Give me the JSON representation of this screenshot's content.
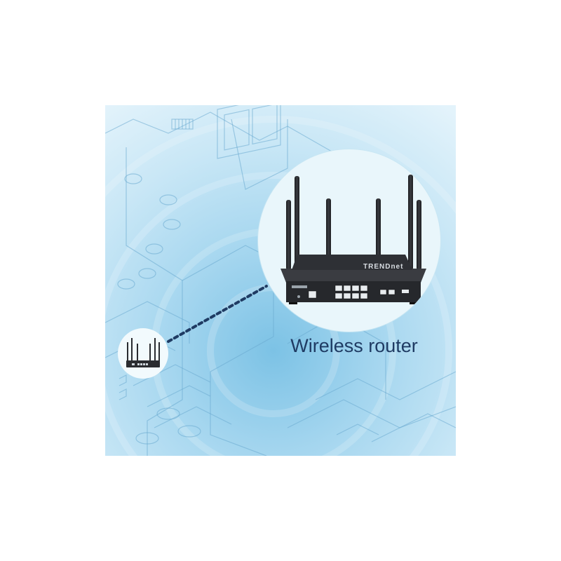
{
  "label": "Wireless router",
  "brand_text": "TRENDnet",
  "colors": {
    "background_light": "#d7eef8",
    "background_dark": "#86c6e6",
    "label_text": "#1f3b63",
    "connector": "#1f3b63",
    "router_body": "#2a2c30"
  },
  "icons": [
    "router-icon",
    "floorplan-illustration"
  ]
}
